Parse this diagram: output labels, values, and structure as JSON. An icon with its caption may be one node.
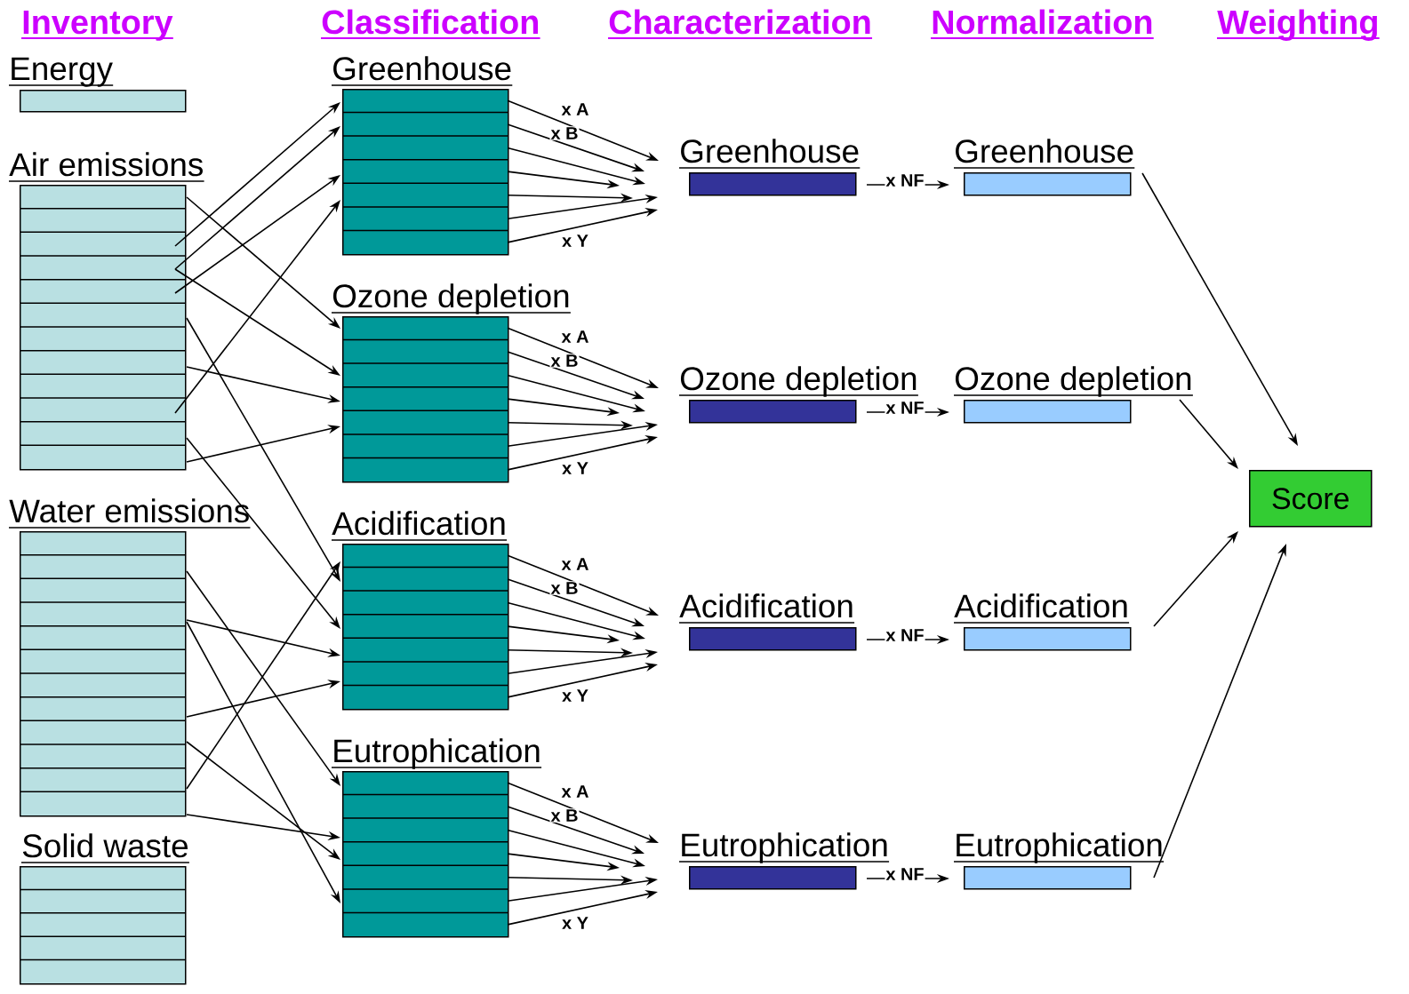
{
  "diagram": {
    "nodes": [
      {
        "text": [
          "Energy"
        ]
      },
      {
        "text": [
          "Air emissions"
        ]
      },
      {
        "text": [
          "Water emissions"
        ]
      },
      {
        "text": [
          "Solid waste"
        ]
      },
      {
        "text": [
          "Greenhouse"
        ]
      },
      {
        "text": [
          "Ozone depletion"
        ]
      },
      {
        "text": [
          "Acidification"
        ]
      },
      {
        "text": [
          "Eutrophication"
        ]
      },
      {
        "text": [
          "Greenhouse"
        ]
      },
      {
        "text": [
          "Ozone depletion"
        ]
      },
      {
        "text": [
          "Acidification"
        ]
      },
      {
        "text": [
          "Eutrophication"
        ]
      },
      {
        "text": [
          "Greenhouse"
        ]
      },
      {
        "text": [
          "Ozone depletion"
        ]
      },
      {
        "text": [
          "Acidification"
        ]
      },
      {
        "text": [
          "Eutrophication"
        ]
      },
      {
        "text": [
          "Score"
        ]
      }
    ],
    "edges": [
      {
        "from": 1,
        "to": 4,
        "arrow": "to"
      },
      {
        "from": 1,
        "to": 4,
        "arrow": "to"
      },
      {
        "from": 1,
        "to": 4,
        "arrow": "to"
      },
      {
        "from": 1,
        "to": 4,
        "arrow": "to"
      },
      {
        "from": 1,
        "to": 5,
        "arrow": "to"
      },
      {
        "from": 1,
        "to": 5,
        "arrow": "to"
      },
      {
        "from": 1,
        "to": 5,
        "arrow": "to"
      },
      {
        "from": 1,
        "to": 5,
        "arrow": "to"
      },
      {
        "from": 1,
        "to": 6,
        "arrow": "to"
      },
      {
        "from": 1,
        "to": 6,
        "arrow": "to"
      },
      {
        "from": 2,
        "to": 7,
        "arrow": "to"
      },
      {
        "from": 2,
        "to": 6,
        "arrow": "to"
      },
      {
        "from": 2,
        "to": 7,
        "arrow": "to"
      },
      {
        "from": 2,
        "to": 6,
        "arrow": "to"
      },
      {
        "from": 2,
        "to": 7,
        "arrow": "to"
      },
      {
        "from": 2,
        "to": 6,
        "arrow": "to"
      },
      {
        "from": 2,
        "to": 7,
        "arrow": "to"
      },
      {
        "from": 4,
        "to": null,
        "arrow": "to",
        "label": "x A"
      },
      {
        "from": 4,
        "to": null,
        "arrow": "to",
        "label": "x B"
      },
      {
        "from": 4,
        "to": null,
        "arrow": "to"
      },
      {
        "from": 4,
        "to": null,
        "arrow": "to"
      },
      {
        "from": 4,
        "to": null,
        "arrow": "to"
      },
      {
        "from": 4,
        "to": null,
        "arrow": "to"
      },
      {
        "from": 4,
        "to": null,
        "arrow": "to",
        "label": "x Y"
      },
      {
        "from": 5,
        "to": null,
        "arrow": "to",
        "label": "x A"
      },
      {
        "from": 5,
        "to": null,
        "arrow": "to",
        "label": "x B"
      },
      {
        "from": 5,
        "to": null,
        "arrow": "to"
      },
      {
        "from": 5,
        "to": null,
        "arrow": "to"
      },
      {
        "from": 5,
        "to": null,
        "arrow": "to"
      },
      {
        "from": 5,
        "to": null,
        "arrow": "to"
      },
      {
        "from": 5,
        "to": null,
        "arrow": "to",
        "label": "x Y"
      },
      {
        "from": 6,
        "to": null,
        "arrow": "to",
        "label": "x A"
      },
      {
        "from": 6,
        "to": null,
        "arrow": "to",
        "label": "x B"
      },
      {
        "from": 6,
        "to": null,
        "arrow": "to"
      },
      {
        "from": 6,
        "to": null,
        "arrow": "to"
      },
      {
        "from": 6,
        "to": null,
        "arrow": "to"
      },
      {
        "from": 6,
        "to": null,
        "arrow": "to"
      },
      {
        "from": 6,
        "to": null,
        "arrow": "to",
        "label": "x Y"
      },
      {
        "from": 7,
        "to": null,
        "arrow": "to",
        "label": "x A"
      },
      {
        "from": 7,
        "to": null,
        "arrow": "to",
        "label": "x B"
      },
      {
        "from": 7,
        "to": null,
        "arrow": "to"
      },
      {
        "from": 7,
        "to": null,
        "arrow": "to"
      },
      {
        "from": 7,
        "to": null,
        "arrow": "to"
      },
      {
        "from": 7,
        "to": null,
        "arrow": "to"
      },
      {
        "from": 7,
        "to": null,
        "arrow": "to",
        "label": "x Y"
      },
      {
        "from": 8,
        "to": 12,
        "arrow": "to",
        "label": "x NF"
      },
      {
        "from": 9,
        "to": 13,
        "arrow": "to",
        "label": "x NF"
      },
      {
        "from": 10,
        "to": 14,
        "arrow": "to",
        "label": "x NF"
      },
      {
        "from": 11,
        "to": 15,
        "arrow": "to",
        "label": "x NF"
      },
      {
        "from": 12,
        "to": 16,
        "arrow": "to"
      },
      {
        "from": 13,
        "to": 16,
        "arrow": "to"
      },
      {
        "from": 14,
        "to": 16,
        "arrow": "to"
      },
      {
        "from": 15,
        "to": 16,
        "arrow": "to"
      }
    ],
    "labels": [
      "Inventory",
      "Classification",
      "Characterization",
      "Normalization",
      "Weighting"
    ]
  }
}
